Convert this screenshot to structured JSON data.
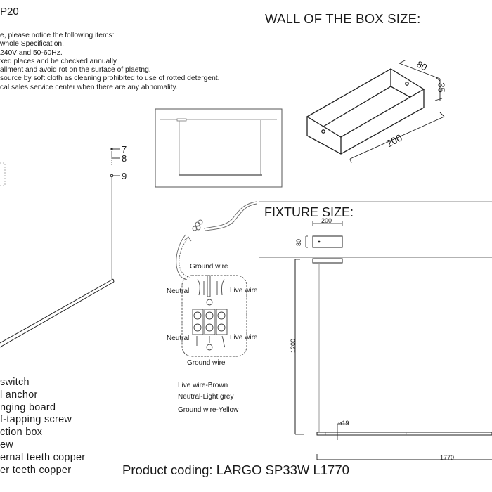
{
  "header": {
    "model_fragment": "P20",
    "notice_lines": [
      "e, please notice the following items:",
      "whole Specification.",
      " 240V and 50-60Hz.",
      "xed places and be checked annually",
      "allment and avoid rot on the surface of plaetng.",
      "source by soft cloth as cleaning prohibited to use of rotted detergent.",
      "cal sales service center when there are any abnomality."
    ]
  },
  "wall_box": {
    "title": "WALL OF THE BOX SIZE:",
    "dims": {
      "depth": "80",
      "height": "35",
      "length": "200"
    }
  },
  "callouts": [
    "7",
    "8",
    "9"
  ],
  "wiring": {
    "ground_top": "Ground wire",
    "neutral_top": "Neutral",
    "live_top": "Live wire",
    "neutral_bottom": "Neutral",
    "live_bottom": "Live wire",
    "ground_bottom": "Ground wire",
    "legend": [
      "Live wire-Brown",
      "Neutral-Light grey",
      "Ground wire-Yellow"
    ]
  },
  "fixture": {
    "title": "FIXTURE SIZE:",
    "canopy_width": "200",
    "canopy_depth": "80",
    "drop_height": "1200",
    "bar_diameter": "ø19",
    "bar_length": "1770"
  },
  "parts_list": [
    "switch",
    "l anchor",
    "nging board",
    "f-tapping screw",
    "ction box",
    "ew",
    "ernal teeth copper",
    "er teeth copper"
  ],
  "product": {
    "coding": "Product coding: LARGO SP33W L1770"
  }
}
